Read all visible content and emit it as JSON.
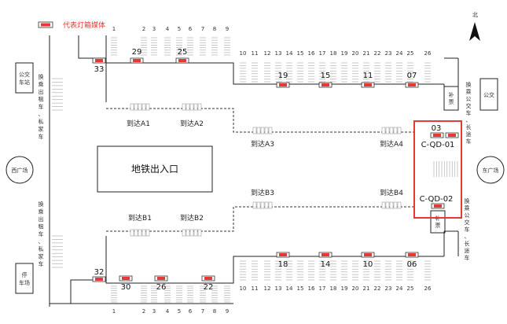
{
  "legend": {
    "label": "代表灯箱媒体",
    "color": "#e53935"
  },
  "north": "北",
  "columns": [
    "1",
    "2",
    "3",
    "4",
    "5",
    "6",
    "7",
    "8",
    "9",
    "10",
    "11",
    "12",
    "13",
    "14",
    "15",
    "16",
    "17",
    "18",
    "19",
    "20",
    "21",
    "22",
    "23",
    "24",
    "25",
    "26"
  ],
  "media_top": [
    "33",
    "29",
    "25",
    "19",
    "15",
    "11",
    "07"
  ],
  "media_bottom": [
    "32",
    "30",
    "26",
    "22",
    "18",
    "14",
    "10",
    "06"
  ],
  "media_right": {
    "upper": "03",
    "upper_code": "C-QD-01",
    "lower_code": "C-QD-02"
  },
  "arrivals": [
    "到达A1",
    "到达A2",
    "到达A3",
    "到达A4",
    "到达B1",
    "到达B2",
    "到达B3",
    "到达B4"
  ],
  "subway_entrance": "地铁出入口",
  "west_plaza": "西广场",
  "east_plaza": "东广场",
  "bus_station": "公交车站",
  "bus": "公交",
  "parking": "停车场",
  "buxi": "补票",
  "transfer_taxi": "换乘出租车、私家车",
  "transfer_bus": "换乘公交车、长途车",
  "colors": {
    "media": "#e53935",
    "highlight": "#e53935",
    "line": "#222222"
  }
}
